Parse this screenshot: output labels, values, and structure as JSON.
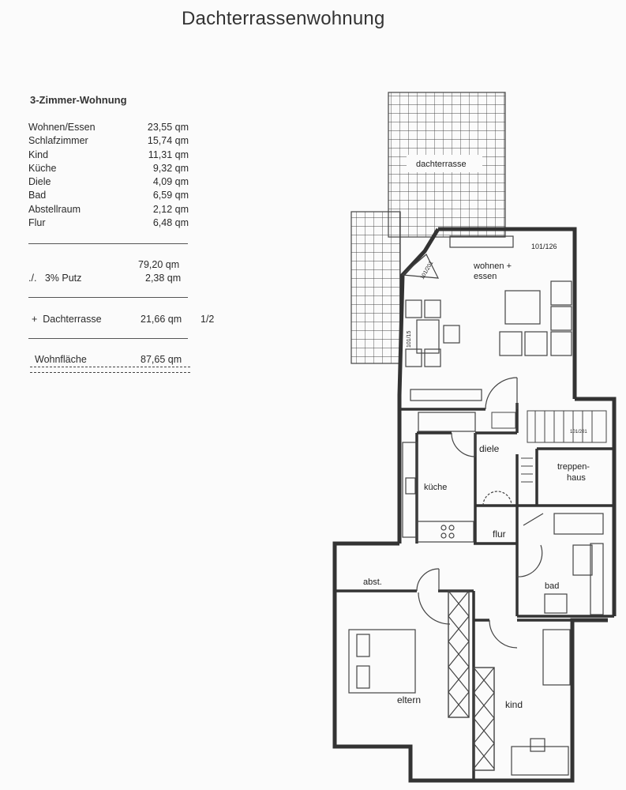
{
  "title": "Dachterrassenwohnung",
  "subtitle": "3-Zimmer-Wohnung",
  "rooms": [
    {
      "name": "Wohnen/Essen",
      "area": "23,55 qm"
    },
    {
      "name": "Schlafzimmer",
      "area": "15,74 qm"
    },
    {
      "name": "Kind",
      "area": "11,31 qm"
    },
    {
      "name": "Küche",
      "area": "9,32 qm"
    },
    {
      "name": "Diele",
      "area": "4,09 qm"
    },
    {
      "name": "Bad",
      "area": "6,59 qm"
    },
    {
      "name": "Abstellraum",
      "area": "2,12 qm"
    },
    {
      "name": "Flur",
      "area": "6,48 qm"
    }
  ],
  "subtotal": "79,20 qm",
  "putz": {
    "label": "./.   3% Putz",
    "value": "2,38 qm"
  },
  "terrace": {
    "label": "+  Dachterrasse",
    "value": "21,66 qm",
    "fraction": "1/2"
  },
  "total": {
    "label": "Wohnfläche",
    "value": "87,65 qm"
  },
  "plan_labels": {
    "dachterrasse": "dachterrasse",
    "unit_code": "101/126",
    "wohnen": "wohnen +",
    "essen": "essen",
    "diele": "diele",
    "kueche": "küche",
    "treppen": "treppen-",
    "haus": "haus",
    "flur": "flur",
    "abst": "abst.",
    "bad": "bad",
    "eltern": "eltern",
    "kind": "kind",
    "win1": "101/201",
    "win2": "101/15",
    "win3": "101/201"
  }
}
